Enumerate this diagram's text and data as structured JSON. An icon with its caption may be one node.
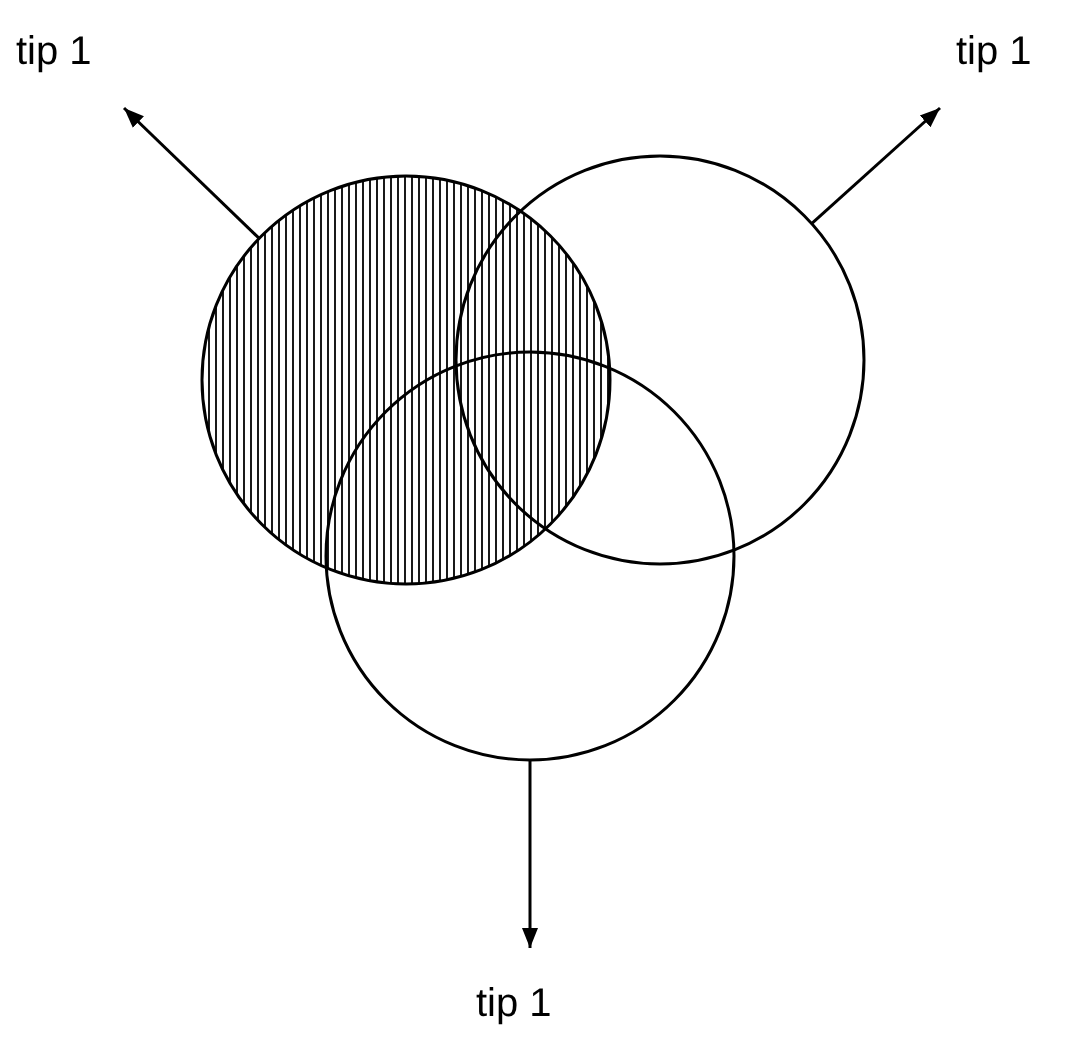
{
  "diagram": {
    "nodes": [
      {
        "text": [
          "tip 1"
        ]
      },
      {
        "text": [
          "tip 1"
        ]
      },
      {
        "text": [],
        "shape": "circle"
      },
      {
        "text": [],
        "shape": "circle"
      },
      {
        "text": [],
        "shape": "circle"
      },
      {
        "text": [
          "tip 1"
        ]
      }
    ],
    "edges": [
      {
        "from": 2,
        "to": 0,
        "arrow": "to"
      },
      {
        "from": 3,
        "to": 1,
        "arrow": "to"
      },
      {
        "from": 4,
        "to": 5,
        "arrow": "to"
      }
    ]
  }
}
